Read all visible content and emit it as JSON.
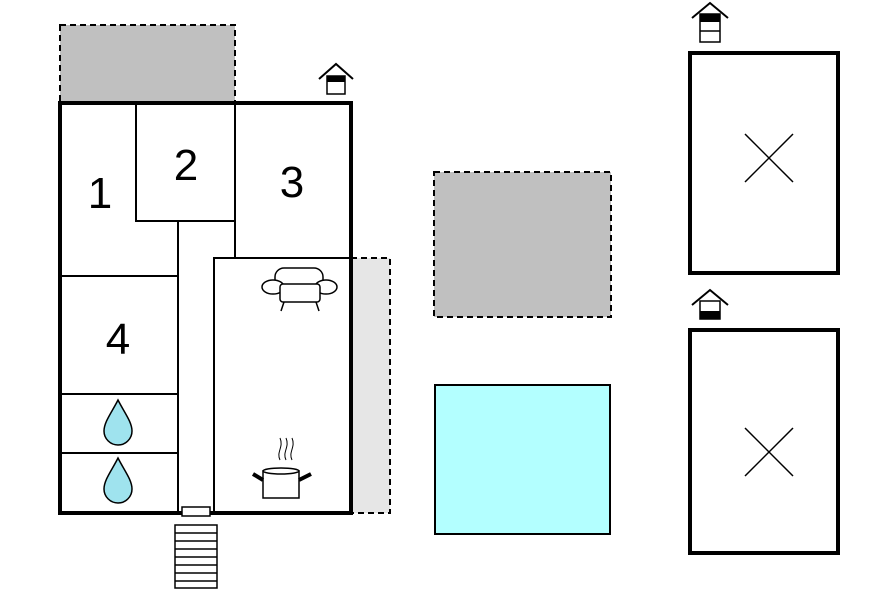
{
  "colors": {
    "wall": "#000000",
    "terrace": "#c0c0c0",
    "terrace_light": "#e6e6e6",
    "pool": "#b3ffff",
    "water_drop": "#9fe3ee"
  },
  "rooms": [
    {
      "label": "1"
    },
    {
      "label": "2"
    },
    {
      "label": "3"
    },
    {
      "label": "4"
    }
  ],
  "icons": {
    "sofa": "sofa-icon",
    "cooking_pot": "cooking-pot-icon",
    "water_drop": "water-drop-icon",
    "stairs": "stairs-icon",
    "floor_marker": "floor-level-icon",
    "bed_cross": "bed-cross-icon"
  }
}
